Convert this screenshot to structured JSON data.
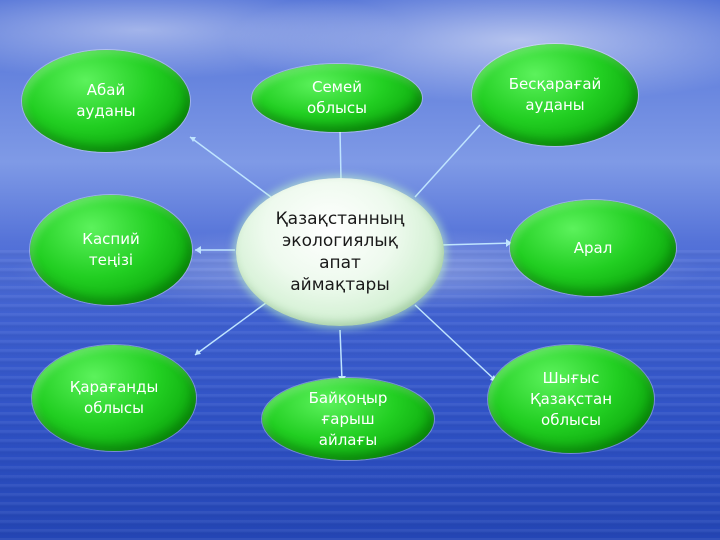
{
  "slide": {
    "center_topic": "Қазақстанның\nэкологиялық\nапат\nаймақтары",
    "nodes": [
      {
        "label": "Абай\nауданы"
      },
      {
        "label": "Семей\nоблысы"
      },
      {
        "label": "Бесқарағай\nауданы"
      },
      {
        "label": "Каспий\nтеңізі"
      },
      {
        "label": "Арал"
      },
      {
        "label": "Қарағанды\nоблысы"
      },
      {
        "label": "Байқоңыр\nғарыш\nайлағы"
      },
      {
        "label": "Шығыс\nҚазақстан\nоблысы"
      }
    ]
  },
  "colors": {
    "node_fill": "#22cf22",
    "center_fill": "#eefaee",
    "connector": "#bfe4ff"
  }
}
